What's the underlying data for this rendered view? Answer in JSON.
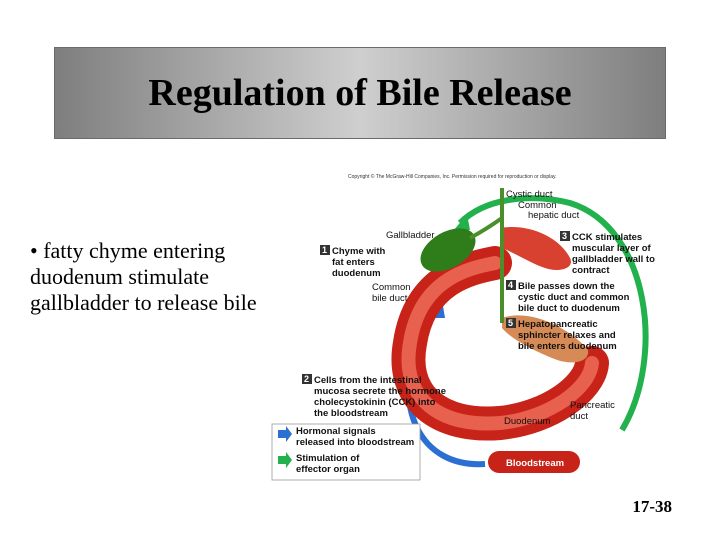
{
  "slide": {
    "title": "Regulation of Bile Release",
    "bullet": "• fatty chyme entering duodenum stimulate gallbladder to release bile",
    "page_number": "17-38"
  },
  "figure": {
    "copyright": "Copyright © The McGraw-Hill Companies, Inc. Permission required for reproduction or display.",
    "labels": {
      "cystic_duct": "Cystic duct",
      "common_hepatic_duct": [
        "Common",
        "hepatic duct"
      ],
      "gallbladder": "Gallbladder",
      "common_bile_duct": [
        "Common",
        "bile duct"
      ],
      "duodenum": "Duodenum",
      "pancreatic_duct": [
        "Pancreatic",
        "duct"
      ],
      "bloodstream": "Bloodstream"
    },
    "steps": [
      {
        "num": "1",
        "lines": [
          "Chyme with",
          "fat enters",
          "duodenum"
        ]
      },
      {
        "num": "2",
        "lines": [
          "Cells from the intestinal",
          "mucosa secrete the hormone",
          "cholecystokinin (CCK) into",
          "the bloodstream"
        ]
      },
      {
        "num": "3",
        "lines": [
          "CCK stimulates",
          "muscular layer of",
          "gallbladder wall to",
          "contract"
        ]
      },
      {
        "num": "4",
        "lines": [
          "Bile passes down the",
          "cystic duct and common",
          "bile duct to duodenum"
        ]
      },
      {
        "num": "5",
        "lines": [
          "Hepatopancreatic",
          "sphincter relaxes and",
          "bile enters duodenum"
        ]
      }
    ],
    "legend": [
      {
        "lines": [
          "Hormonal signals",
          "released into bloodstream"
        ],
        "color": "#2a6fd1"
      },
      {
        "lines": [
          "Stimulation of",
          "effector organ"
        ],
        "color": "#22b14c"
      }
    ]
  }
}
